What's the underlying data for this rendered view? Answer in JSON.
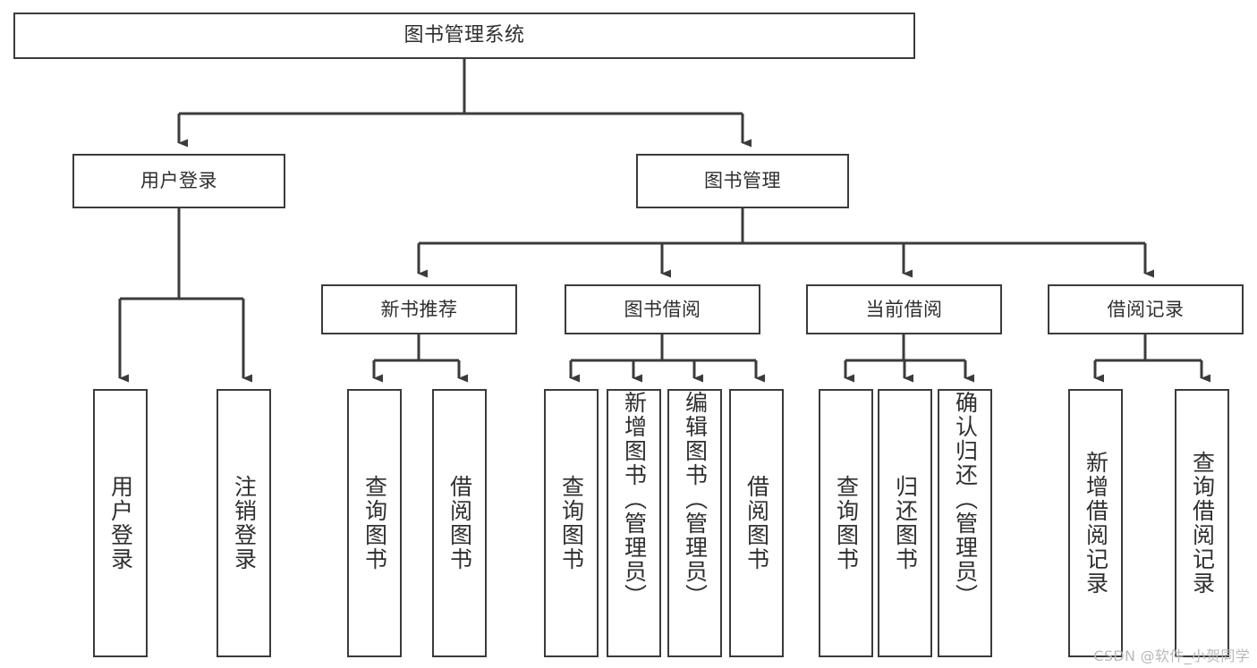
{
  "diagram": {
    "title": "图书管理系统",
    "type": "tree-hierarchy-chart",
    "colors": {
      "stroke": "#3b3b3b",
      "fill": "#ffffff",
      "text": "#2f2f2f",
      "watermark": "#b9b9b9"
    },
    "root": {
      "label": "图书管理系统"
    },
    "level1": [
      {
        "label": "用户登录"
      },
      {
        "label": "图书管理"
      }
    ],
    "level2": [
      {
        "label": "新书推荐"
      },
      {
        "label": "图书借阅"
      },
      {
        "label": "当前借阅"
      },
      {
        "label": "借阅记录"
      }
    ],
    "leaves": {
      "user_login": [
        {
          "label": "用户登录"
        },
        {
          "label": "注销登录"
        }
      ],
      "new_book_recommend": [
        {
          "label": "查询图书"
        },
        {
          "label": "借阅图书"
        }
      ],
      "book_borrow": [
        {
          "label": "查询图书"
        },
        {
          "label": "新增图书（管理员）"
        },
        {
          "label": "编辑图书（管理员）"
        },
        {
          "label": "借阅图书"
        }
      ],
      "current_borrow": [
        {
          "label": "查询图书"
        },
        {
          "label": "归还图书"
        },
        {
          "label": "确认归还（管理员）"
        }
      ],
      "borrow_records": [
        {
          "label": "新增借阅记录"
        },
        {
          "label": "查询借阅记录"
        }
      ]
    }
  },
  "watermark": {
    "text": "CSDN @软件_小贺同学"
  }
}
